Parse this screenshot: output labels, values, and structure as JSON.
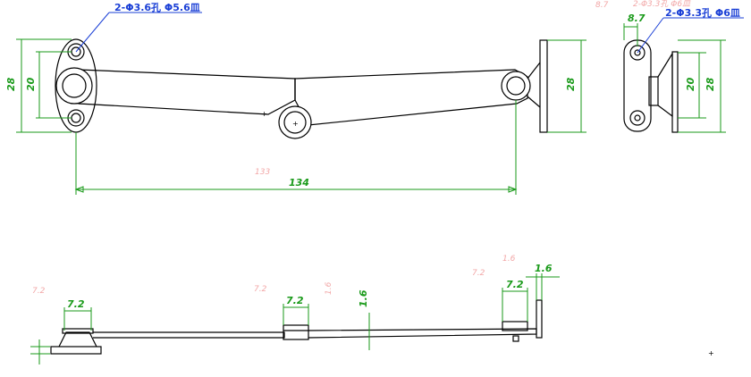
{
  "drawing": {
    "annotations": {
      "hole_note_left": "2-Φ3.6孔 Φ5.6皿",
      "hole_note_right": "2-Φ3.3孔 Φ6皿",
      "faint_top_right_a": "8.7",
      "faint_top_right_b": "2-Φ3.3孔 Φ6皿"
    },
    "dimensions": {
      "left_outer_height": "28",
      "left_inner_spacing": "20",
      "right_plate_height": "28",
      "side_inner_spacing": "20",
      "side_outer_height": "28",
      "side_hole_offset": "8.7",
      "overall_length": "134",
      "overall_length_faint": "133",
      "side_washer_left": "7.2",
      "side_washer_mid": "7.2",
      "side_washer_right": "7.2",
      "side_thickness_mid": "1.6",
      "side_thickness_right": "1.6",
      "faint_left": "7.2",
      "faint_mid": "7.2",
      "faint_mid_vert": "1.6",
      "faint_right_a": "7.2",
      "faint_right_b": "1.6"
    },
    "colors": {
      "outline": "#000000",
      "dimension": "#1a9a1a",
      "note": "#1a3fd6",
      "faint": "#f2a7a7"
    }
  }
}
